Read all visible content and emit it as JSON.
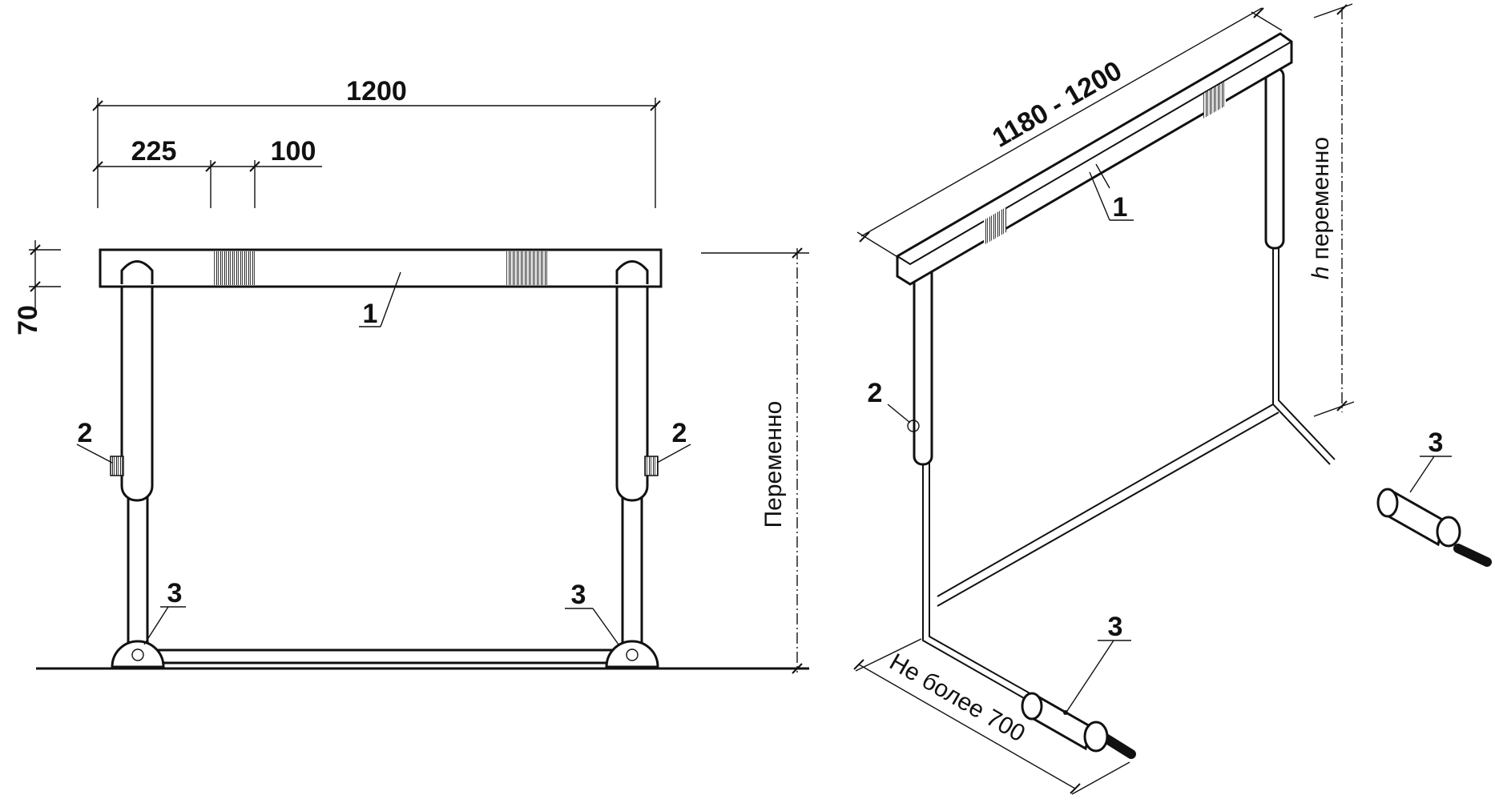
{
  "front_view": {
    "dim_total_width": "1200",
    "dim_offset": "225",
    "dim_stripe_width": "100",
    "dim_bar_height": "70",
    "dim_height": "Переменно",
    "label_bar": "1",
    "label_clamp_left": "2",
    "label_clamp_right": "2",
    "label_base_left": "3",
    "label_base_right": "3"
  },
  "iso_view": {
    "dim_width_range": "1180 - 1200",
    "dim_height_prefix": "h",
    "dim_height_word": "переменно",
    "dim_base_length": "Не более 700",
    "label_bar": "1",
    "label_clamp": "2",
    "label_base_front": "3",
    "label_base_back": "3"
  }
}
